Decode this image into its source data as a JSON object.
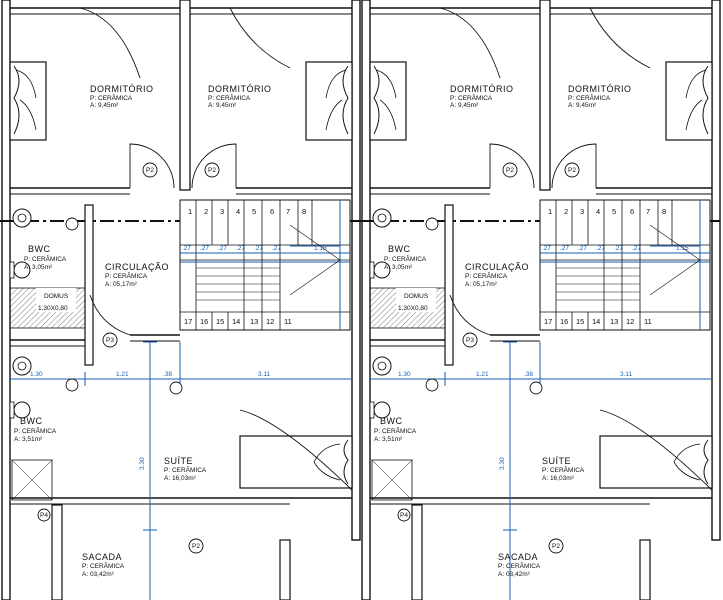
{
  "units": [
    {
      "dorm1": {
        "name": "DORMITÓRIO",
        "floor": "P: CERÂMICA",
        "area": "A: 9,45m²"
      },
      "dorm2": {
        "name": "DORMITÓRIO",
        "floor": "P: CERÂMICA",
        "area": "A: 9,45m²"
      },
      "bwc1": {
        "name": "BWC",
        "floor": "P: CERÂMICA",
        "area": "A: 3,05m²"
      },
      "circ": {
        "name": "CIRCULAÇÃO",
        "floor": "P: CERÂMICA",
        "area": "A: 05,17m²"
      },
      "domus": {
        "name": "DOMUS",
        "size": "1,30X0,80"
      },
      "bwc2": {
        "name": "BWC",
        "floor": "P: CERÂMICA",
        "area": "A: 3,51m²"
      },
      "suite": {
        "name": "SUÍTE",
        "floor": "P: CERÂMICA",
        "area": "A: 16,03m²"
      },
      "sacada": {
        "name": "SACADA",
        "floor": "P: CERÂMICA",
        "area": "A: 03,42m²"
      }
    },
    {
      "dorm1": {
        "name": "DORMITÓRIO",
        "floor": "P: CERÂMICA",
        "area": "A: 9,45m²"
      },
      "dorm2": {
        "name": "DORMITÓRIO",
        "floor": "P: CERÂMICA",
        "area": "A: 9,45m²"
      },
      "bwc1": {
        "name": "BWC",
        "floor": "P: CERÂMICA",
        "area": "A: 3,05m²"
      },
      "circ": {
        "name": "CIRCULAÇÃO",
        "floor": "P: CERÂMICA",
        "area": "A: 05,17m²"
      },
      "domus": {
        "name": "DOMUS",
        "size": "1,30X0,80"
      },
      "bwc2": {
        "name": "BWC",
        "floor": "P: CERÂMICA",
        "area": "A: 3,51m²"
      },
      "suite": {
        "name": "SUÍTE",
        "floor": "P: CERÂMICA",
        "area": "A: 16,03m²"
      },
      "sacada": {
        "name": "SACADA",
        "floor": "P: CERÂMICA",
        "area": "A: 03,42m²"
      }
    }
  ],
  "dimensions": {
    "d130": "1.30",
    "d121": "1.21",
    "d38": ".38",
    "d311": "3.11",
    "d330": "3.30",
    "d115": "1.15",
    "tread": ".27"
  },
  "stair_steps_top": [
    "1",
    "2",
    "3",
    "4",
    "5",
    "6",
    "7",
    "8"
  ],
  "stair_steps_bottom": [
    "17",
    "16",
    "15",
    "14",
    "13",
    "12",
    "11"
  ],
  "door_tags": [
    "P2",
    "P3",
    "P4"
  ]
}
